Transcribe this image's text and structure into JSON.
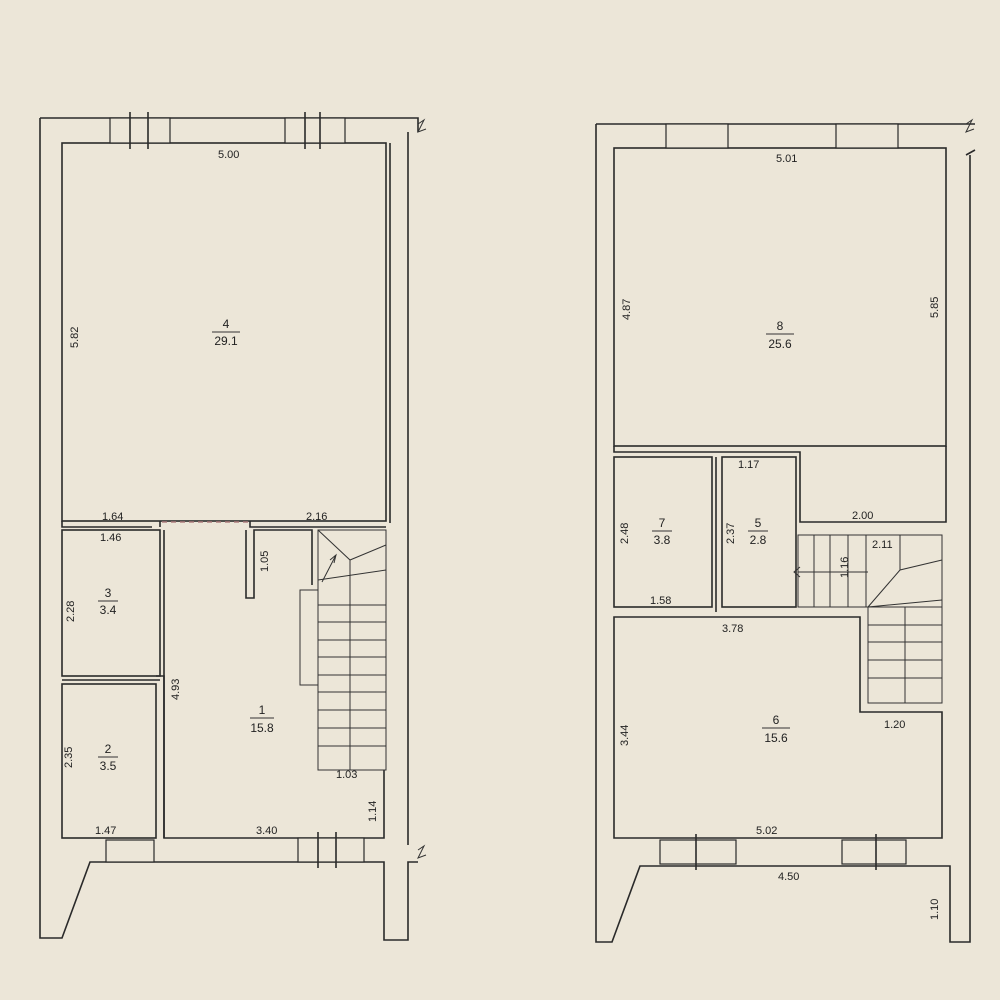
{
  "plan_left": {
    "rooms": [
      {
        "number": "4",
        "area": "29.1"
      },
      {
        "number": "3",
        "area": "3.4"
      },
      {
        "number": "2",
        "area": "3.5"
      },
      {
        "number": "1",
        "area": "15.8"
      }
    ],
    "dimensions": {
      "d500": "5.00",
      "d582": "5.82",
      "d164": "1.64",
      "d216": "2.16",
      "d146": "1.46",
      "d228": "2.28",
      "d235": "2.35",
      "d147": "1.47",
      "d493": "4.93",
      "d105": "1.05",
      "d103": "1.03",
      "d114": "1.14",
      "d340": "3.40"
    }
  },
  "plan_right": {
    "rooms": [
      {
        "number": "8",
        "area": "25.6"
      },
      {
        "number": "7",
        "area": "3.8"
      },
      {
        "number": "5",
        "area": "2.8"
      },
      {
        "number": "6",
        "area": "15.6"
      }
    ],
    "dimensions": {
      "d501": "5.01",
      "d487": "4.87",
      "d585": "5.85",
      "d117": "1.17",
      "d248": "2.48",
      "d237": "2.37",
      "d200": "2.00",
      "d211": "2.11",
      "d116": "1.16",
      "d158": "1.58",
      "d378": "3.78",
      "d344": "3.44",
      "d120": "1.20",
      "d502": "5.02",
      "d450": "4.50",
      "d110": "1.10"
    }
  }
}
